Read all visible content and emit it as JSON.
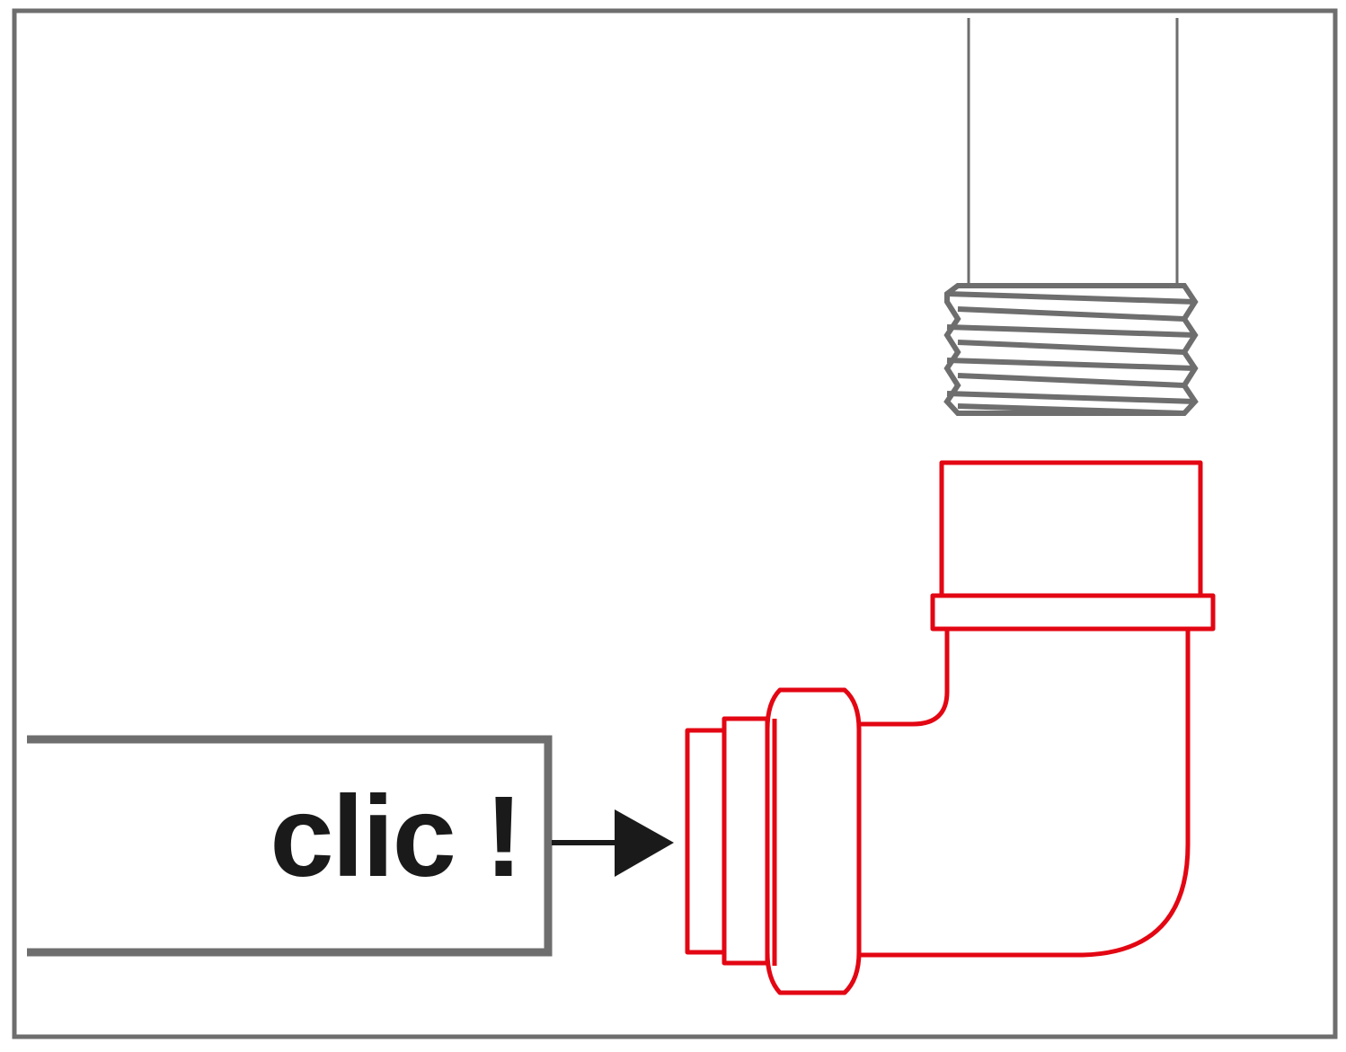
{
  "label": {
    "text": "clic !"
  },
  "colors": {
    "frame": "#6e6e6e",
    "pipe_outline": "#6e6e6e",
    "thread_outline": "#6e6e6e",
    "fitting_outline": "#e30613",
    "arrow": "#1a1a1a",
    "text": "#1a1a1a",
    "background": "#ffffff"
  },
  "components": [
    "frame",
    "hose-pipe",
    "push-arrow",
    "threaded-pipe-end",
    "elbow-fitting"
  ]
}
